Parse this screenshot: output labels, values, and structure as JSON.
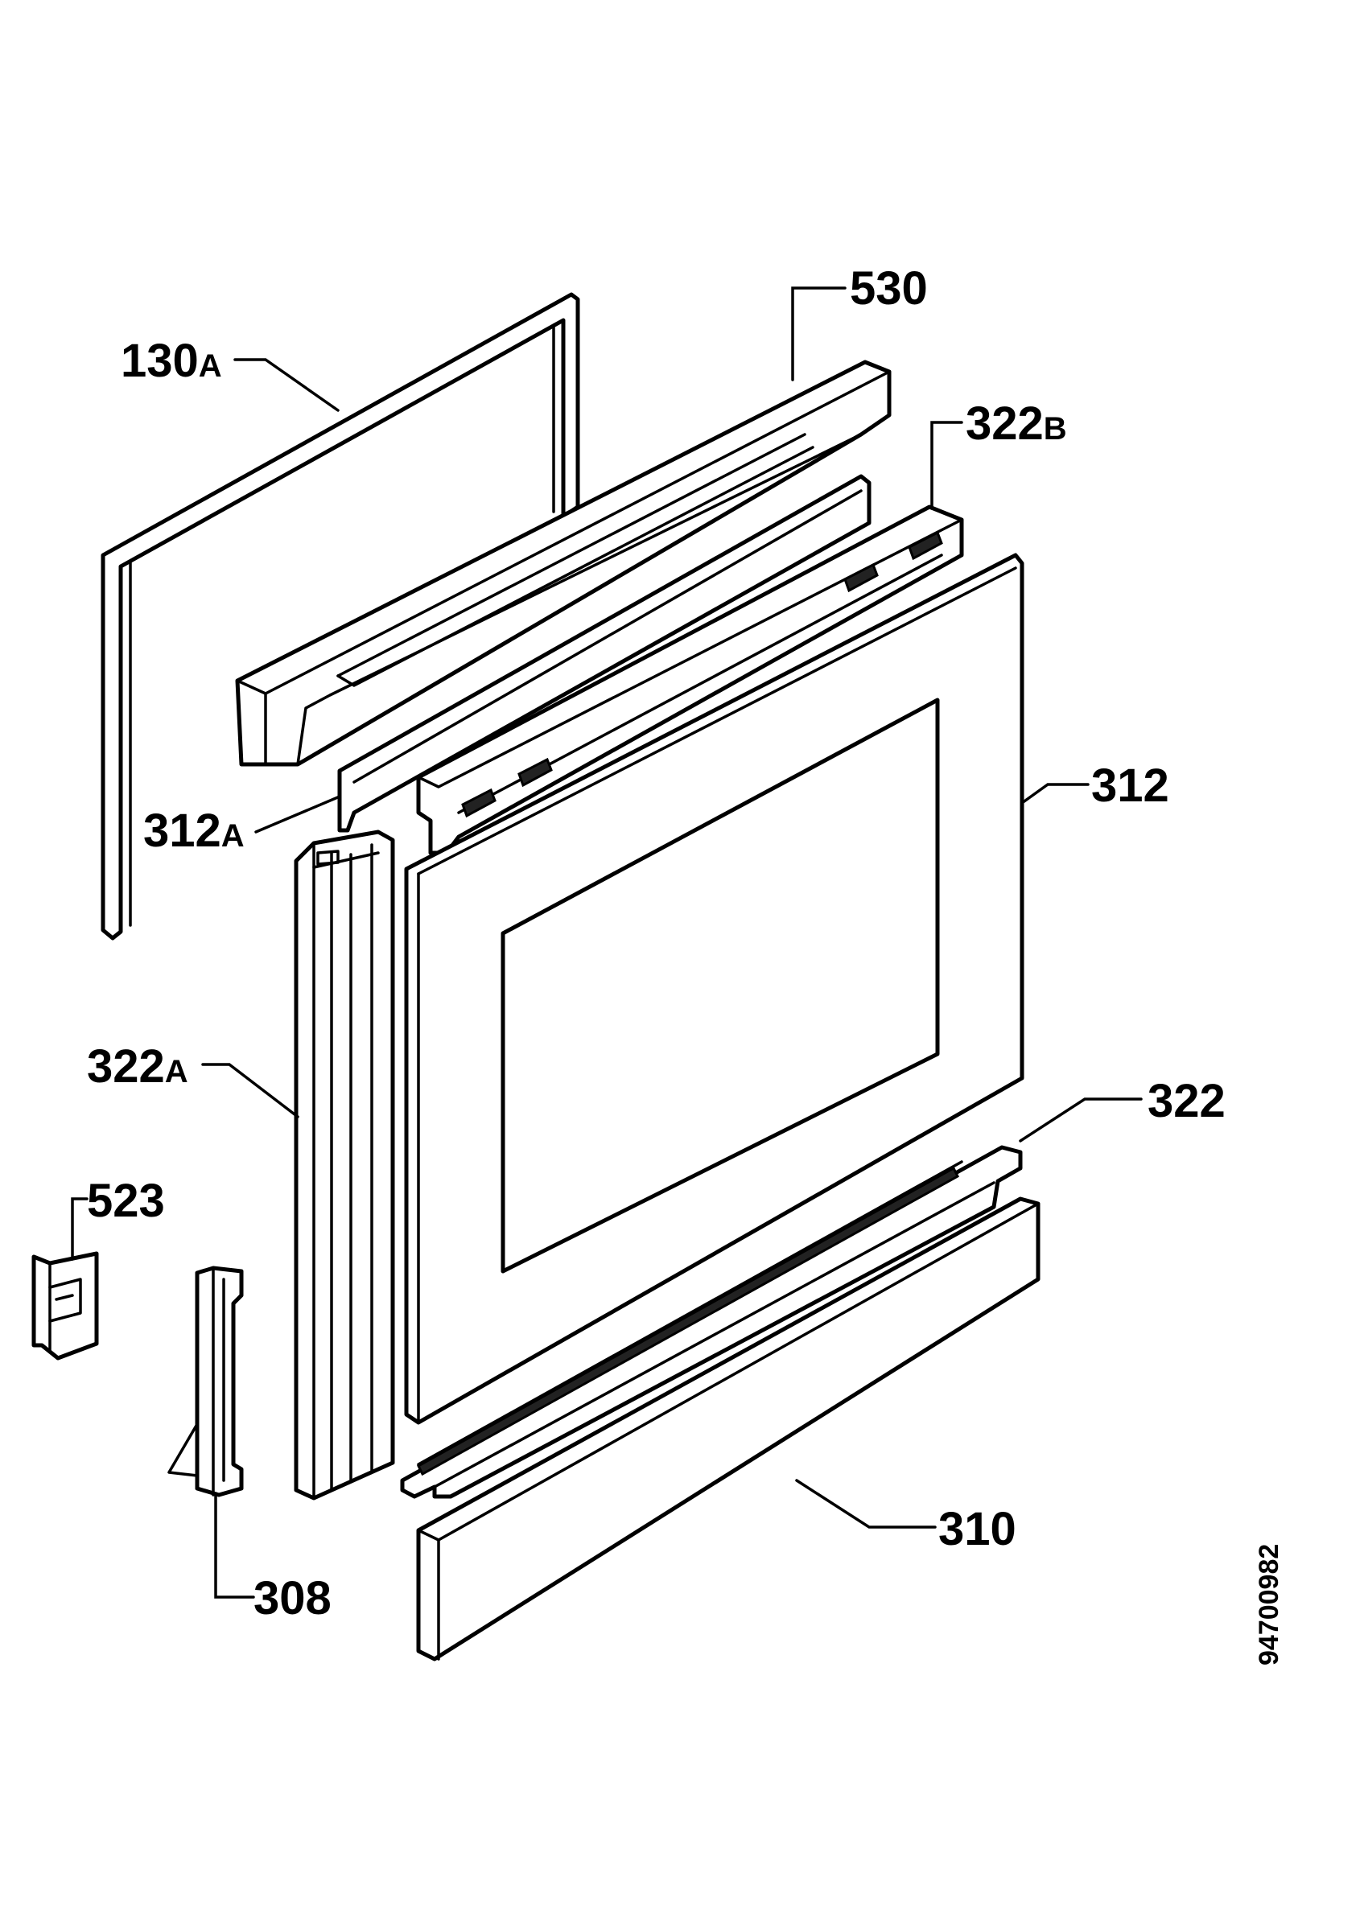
{
  "parts": [
    {
      "id": "530",
      "number": "530",
      "suffix": ""
    },
    {
      "id": "130a",
      "number": "130",
      "suffix": "A"
    },
    {
      "id": "322b",
      "number": "322",
      "suffix": "B"
    },
    {
      "id": "312",
      "number": "312",
      "suffix": ""
    },
    {
      "id": "312a",
      "number": "312",
      "suffix": "A"
    },
    {
      "id": "322a",
      "number": "322",
      "suffix": "A"
    },
    {
      "id": "322",
      "number": "322",
      "suffix": ""
    },
    {
      "id": "523",
      "number": "523",
      "suffix": ""
    },
    {
      "id": "310",
      "number": "310",
      "suffix": ""
    },
    {
      "id": "308",
      "number": "308",
      "suffix": ""
    }
  ],
  "document_number": "94700982"
}
